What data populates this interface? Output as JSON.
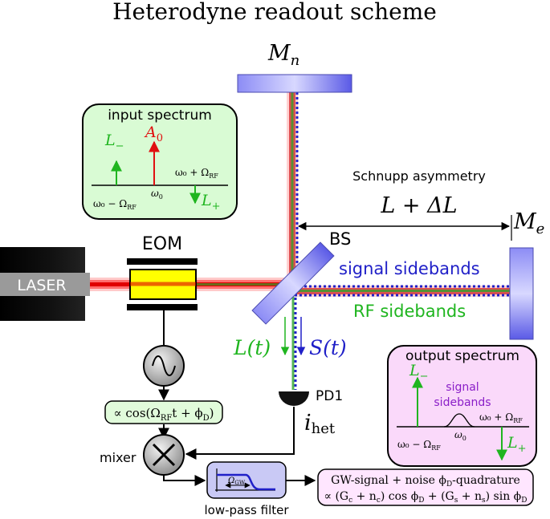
{
  "title": "Heterodyne readout scheme",
  "laser": {
    "label": "LASER"
  },
  "eom": {
    "label": "EOM"
  },
  "mirrors": {
    "north": "M",
    "north_sub": "n",
    "east": "M",
    "east_sub": "e"
  },
  "beamsplitter": {
    "label": "BS"
  },
  "schnupp": {
    "caption": "Schnupp asymmetry",
    "formula": "L + ΔL"
  },
  "sidebands": {
    "signal": "signal sidebands",
    "rf": "RF sidebands"
  },
  "detection": {
    "local_osc": "L(t)",
    "signal": "S(t)",
    "photodiode": "PD1",
    "current": "i",
    "current_sub": "het"
  },
  "input_spectrum": {
    "title": "input spectrum",
    "lower": "L",
    "lower_sub": "−",
    "carrier": "A",
    "carrier_sub": "0",
    "upper": "L",
    "upper_sub": "+",
    "freq_center": "ω",
    "freq_center_sub": "0",
    "freq_lower": "ω₀ − Ω",
    "freq_lower_sub": "RF",
    "freq_upper": "ω₀ + Ω",
    "freq_upper_sub": "RF"
  },
  "output_spectrum": {
    "title": "output spectrum",
    "lower": "L",
    "lower_sub": "−",
    "signal_line1": "signal",
    "signal_line2": "sidebands",
    "upper": "L",
    "upper_sub": "+",
    "freq_center": "ω",
    "freq_center_sub": "0",
    "freq_lower": "ω₀ − Ω",
    "freq_lower_sub": "RF",
    "freq_upper": "ω₀ + Ω",
    "freq_upper_sub": "RF"
  },
  "modulation": {
    "prefix": "∝ cos(Ω",
    "sub": "RF",
    "suffix": "t + ϕ",
    "suffix_sub": "D",
    "close": ")"
  },
  "mixer": {
    "label": "mixer"
  },
  "filter": {
    "label": "low-pass filter",
    "cutoff": "Ω",
    "cutoff_sub": "GW"
  },
  "output": {
    "line1": "GW-signal + noise ϕ",
    "line1_sub": "D",
    "line1_end": "-quadrature",
    "line2": "∝ (G",
    "line2_b": "c",
    "line2_c": " + n",
    "line2_d": "c",
    "line2_e": ") cos ϕ",
    "line2_f": "D",
    "line2_g": " + (G",
    "line2_h": "s",
    "line2_i": " + n",
    "line2_j": "s",
    "line2_k": ") sin ϕ",
    "line2_l": "D"
  },
  "colors": {
    "laser_beam": "#ff1a1a",
    "green": "#1fb51f",
    "blue": "#2020c8",
    "mirror": "#6c6cf0",
    "eom_fill": "#ffff00",
    "input_box": "#d9fbd4",
    "output_box": "#fad9fa",
    "filter_box": "#c9c9f5",
    "output_eq_box": "#ffe6ff",
    "mod_box": "#e1fbdb"
  }
}
